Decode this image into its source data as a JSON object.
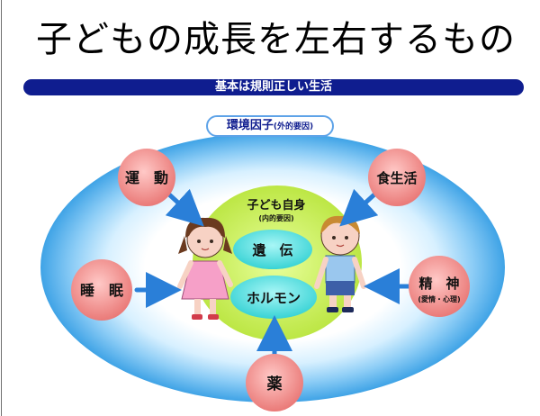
{
  "title": "子どもの成長を左右するもの",
  "banner": "基本は規則正しい生活",
  "environment": {
    "label": "環境因子",
    "sublabel": "(外的要因)"
  },
  "core": {
    "label": "子ども自身",
    "sublabel": "(内的要因)",
    "items": [
      "遺　伝",
      "ホルモン"
    ]
  },
  "factors": {
    "exercise": "運　動",
    "diet": "食生活",
    "sleep": "睡　眠",
    "mind": "精　神",
    "mind_sub": "(愛情・心理)",
    "medicine": "薬"
  },
  "colors": {
    "banner": "#0f1d8f",
    "ring_outer": "#3fa3e6",
    "core_green": "#c8ef5a",
    "core_ellipse": "#43dfe0",
    "factor_circle": "#f08a88",
    "arrow": "#2a7fd8"
  }
}
